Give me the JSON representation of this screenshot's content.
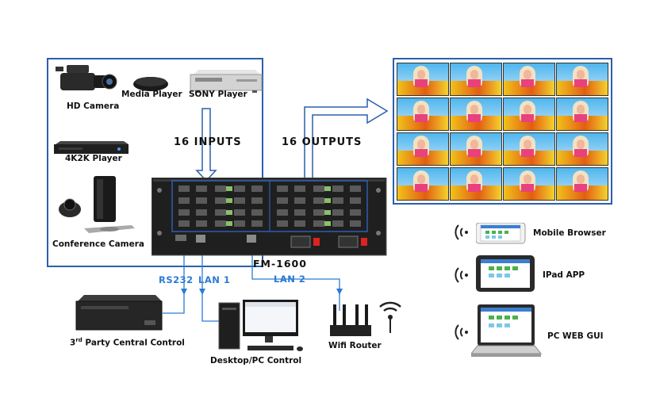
{
  "sources": {
    "hd_camera": "HD Camera",
    "media_player": "Media Player",
    "sony_player": "SONY Player",
    "player_4k2k": "4K2K Player",
    "conference_camera": "Conference Camera"
  },
  "inputs_label": "16 INPUTS",
  "outputs_label": "16 OUTPUTS",
  "device_label": "FM-1600",
  "connections": {
    "rs232": "RS232",
    "lan1": "LAN 1",
    "lan2": "LAN 2"
  },
  "control": {
    "central_control_prefix": "3",
    "central_control_sup": "rd",
    "central_control_rest": " Party Central Control",
    "desktop": "Desktop/PC Control",
    "wifi_router": "Wifi Router"
  },
  "clients": {
    "mobile_browser": "Mobile Browser",
    "ipad_app": "IPad APP",
    "pc_web_gui": "PC WEB GUI"
  },
  "colors": {
    "accent_blue": "#2b5fad",
    "line_blue": "#2b7bd6",
    "chassis": "#1f1f1f"
  }
}
